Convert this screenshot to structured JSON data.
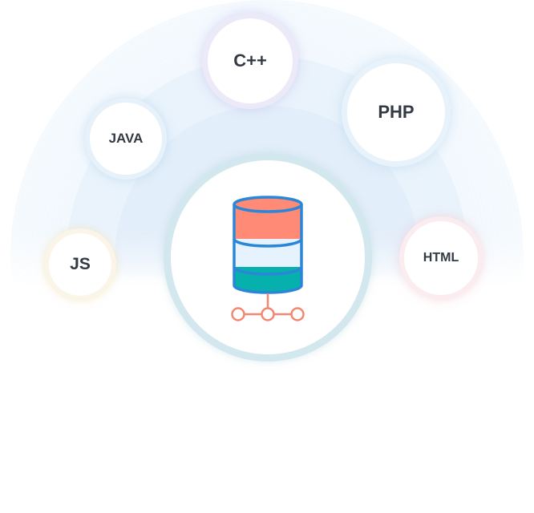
{
  "nodes": {
    "cpp": "C++",
    "java": "JAVA",
    "php": "PHP",
    "js": "JS",
    "html": "HTML"
  },
  "icons": {
    "center": "database-icon",
    "network": "network-nodes-icon"
  },
  "colors": {
    "db_top": "#ff8a75",
    "db_middle": "#e6f2fd",
    "db_bottom": "#05b0ad",
    "db_outline": "#2b86d8",
    "network": "#f08872",
    "hub_ring": "#d3e8ee"
  }
}
